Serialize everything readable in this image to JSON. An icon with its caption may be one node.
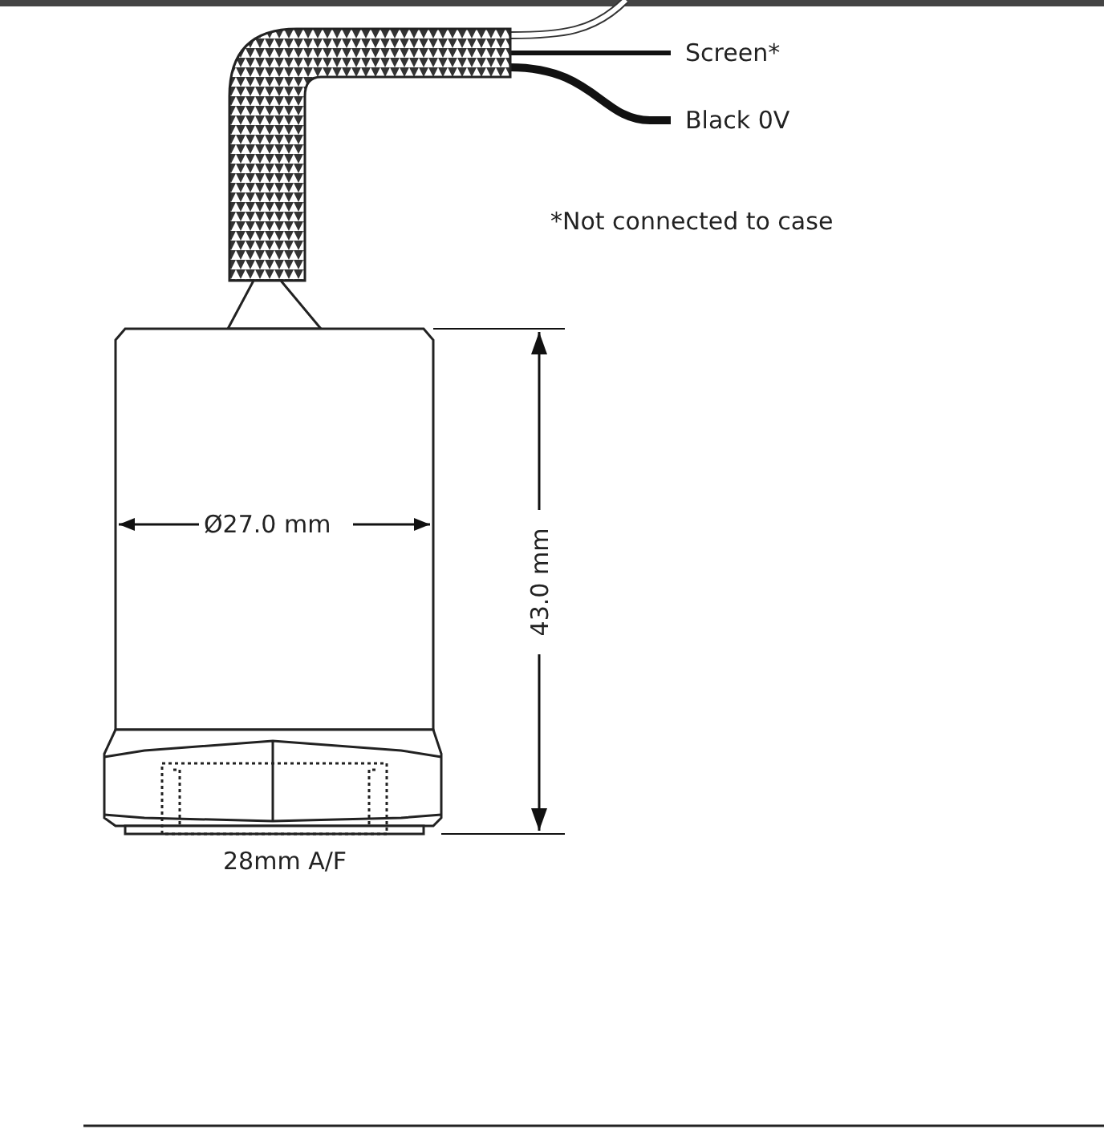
{
  "diagram": {
    "labels": [
      "Screen*",
      "Black 0V",
      "*Not connected to case",
      "Ø27.0 mm",
      "43.0 mm",
      "28mm A/F"
    ]
  }
}
